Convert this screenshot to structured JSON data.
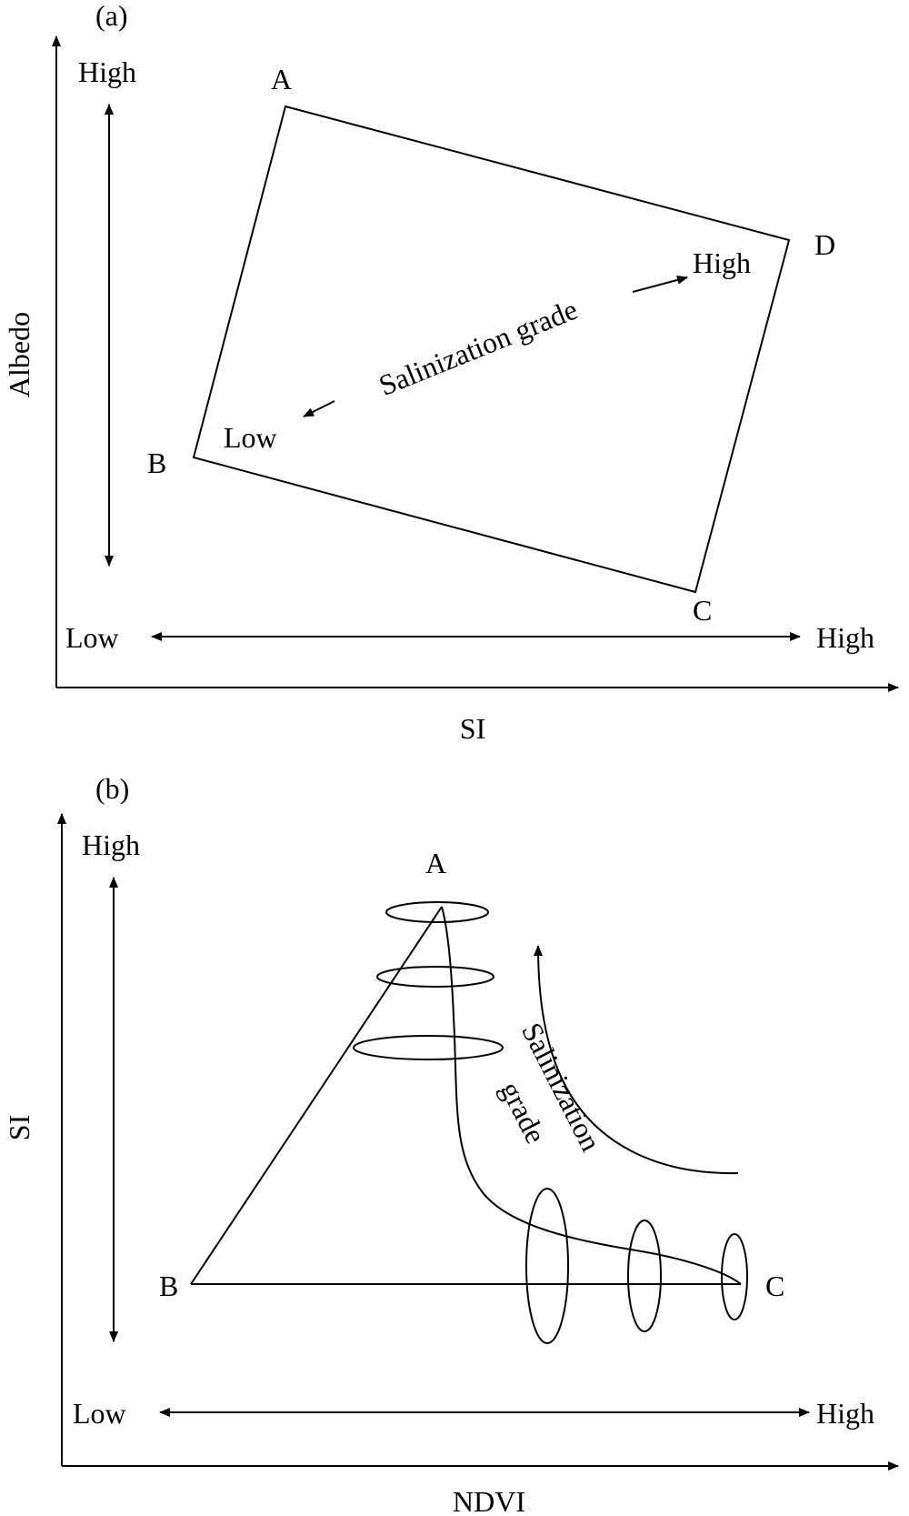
{
  "panel_a": {
    "tag": "(a)",
    "x_axis_label": "SI",
    "y_axis_label": "Albedo",
    "y_high": "High",
    "x_low": "Low",
    "x_high": "High",
    "vertex_a": "A",
    "vertex_b": "B",
    "vertex_c": "C",
    "vertex_d": "D",
    "grade_label": "Salinization grade",
    "grade_low": "Low",
    "grade_high": "High"
  },
  "panel_b": {
    "tag": "(b)",
    "x_axis_label": "NDVI",
    "y_axis_label": "SI",
    "y_high": "High",
    "x_low": "Low",
    "x_high": "High",
    "vertex_a": "A",
    "vertex_b": "B",
    "vertex_c": "C",
    "grade_line1": "Salinization",
    "grade_line2": "grade"
  },
  "colors": {
    "ink": "#000000",
    "background": "#ffffff"
  }
}
